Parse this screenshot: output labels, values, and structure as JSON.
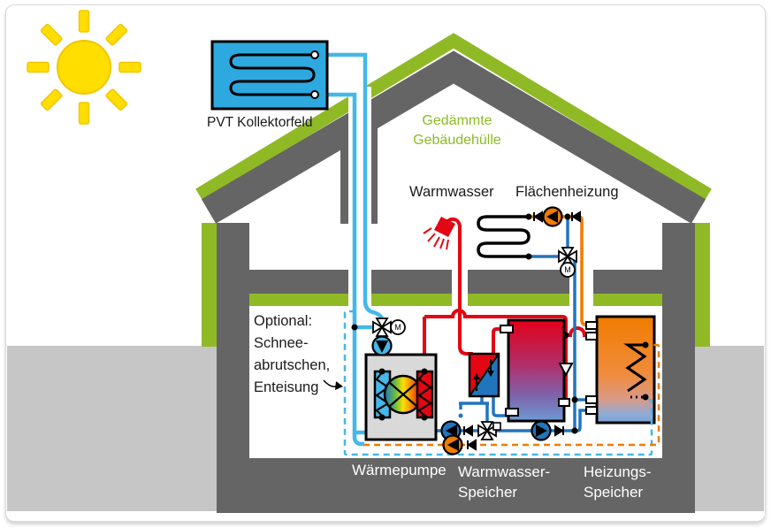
{
  "labels": {
    "collector_field": "PVT Kollektorfeld",
    "envelope": [
      "Gedämmte",
      "Gebäudehülle"
    ],
    "hot_water": "Warmwasser",
    "surface_heating": "Flächenheizung",
    "optional": [
      "Optional:",
      "Schnee-",
      "abrutschen,",
      "Enteisung"
    ],
    "heat_pump": "Wärmepumpe",
    "dhw_storage": [
      "Warmwasser-",
      "Speicher"
    ],
    "heating_storage": [
      "Heizungs-",
      "Speicher"
    ],
    "motor_valve": "M"
  },
  "colors": {
    "insulation_green": "#8fba26",
    "structure_gray": "#656565",
    "ground_gray": "#c6c6c6",
    "collector_blue": "#2ea9e0",
    "collector_pipe_blue": "#44b8e8",
    "hot_red": "#e30613",
    "warm_orange": "#f07c00",
    "cool_blue": "#2175bc",
    "sun_yellow": "#ffde00",
    "heat_pump_body": "#d9d9d9"
  },
  "icons": [
    "sun-icon",
    "shower-icon",
    "tap-icon",
    "pump-icon",
    "motor-valve-icon",
    "check-valve-icon",
    "compressor-icon",
    "heat-exchanger-icon",
    "heating-coil-icon"
  ]
}
